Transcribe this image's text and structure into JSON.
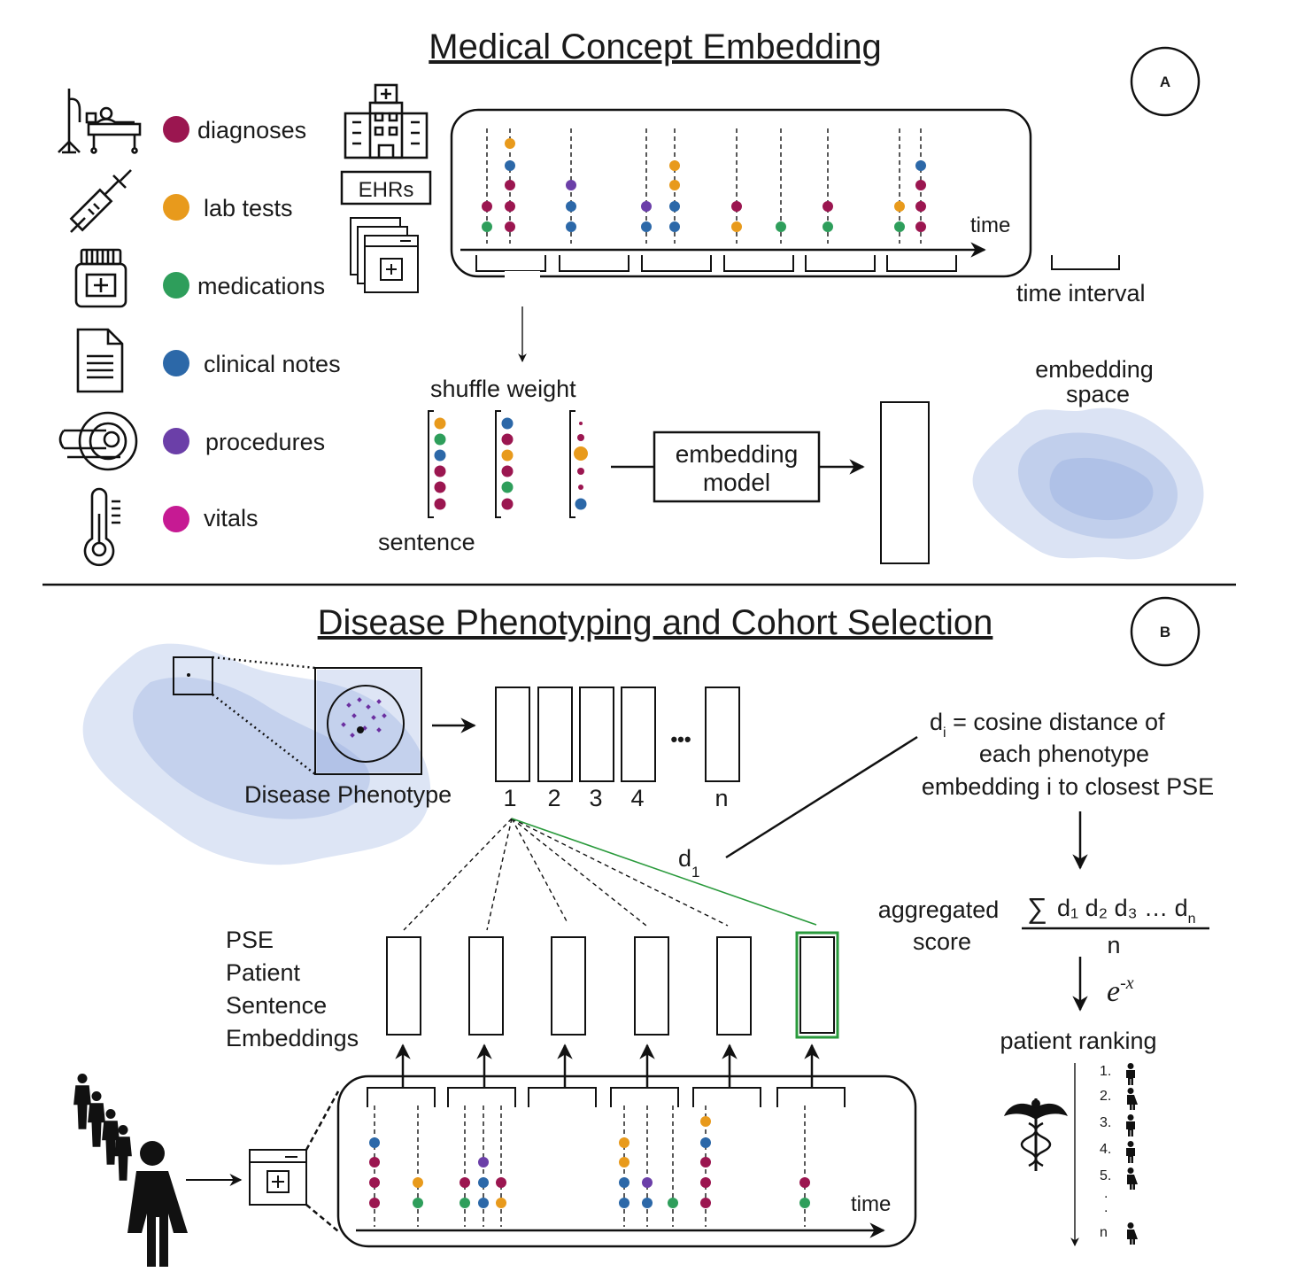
{
  "colors": {
    "diagnoses": "#9b1650",
    "lab_tests": "#e89a1c",
    "medications": "#2e9e5b",
    "clinical_notes": "#2c68a8",
    "procedures": "#6b3fa8",
    "vitals": "#c61a93",
    "highlight": "#2a9a3c",
    "cloud": "#7c99d8"
  },
  "section_a": {
    "title": "Medical Concept Embedding",
    "badge": "A",
    "legend": [
      {
        "label": "diagnoses",
        "color": "#9b1650",
        "icon": "hospital-bed-icon"
      },
      {
        "label": "lab tests",
        "color": "#e89a1c",
        "icon": "syringe-icon"
      },
      {
        "label": "medications",
        "color": "#2e9e5b",
        "icon": "medicine-jar-icon"
      },
      {
        "label": "clinical notes",
        "color": "#2c68a8",
        "icon": "document-icon"
      },
      {
        "label": "procedures",
        "color": "#6b3fa8",
        "icon": "mri-scanner-icon"
      },
      {
        "label": "vitals",
        "color": "#c61a93",
        "icon": "thermometer-icon"
      }
    ],
    "ehrs_label": "EHRs",
    "time_label": "time",
    "time_interval_label": "time interval",
    "shuffle_label": "shuffle weight",
    "sentence_label": "sentence",
    "model_line1": "embedding",
    "model_line2": "model",
    "space_line1": "embedding",
    "space_line2": "space"
  },
  "section_b": {
    "title": "Disease Phenotyping and Cohort Selection",
    "badge": "B",
    "phenotype_label": "Disease Phenotype",
    "vector_labels": [
      "1",
      "2",
      "3",
      "4",
      "n"
    ],
    "ellipsis": "•••",
    "cos_line1_d": "d",
    "cos_line1_sub": "i",
    "cos_line1_rest": " = cosine distance of",
    "cos_line2": "each phenotype",
    "cos_line3": "embedding i to closest PSE",
    "d1_main": "d",
    "d1_sub": "1",
    "pse_lines": [
      "PSE",
      "Patient",
      "Sentence",
      "Embeddings"
    ],
    "aggregated_line1": "aggregated",
    "aggregated_line2": "score",
    "formula_sigma": "∑",
    "formula_terms": "d₁ d₂ d₃ …  d",
    "formula_sub": "n",
    "formula_den": "n",
    "exp_base": "e",
    "exp_power": "-x",
    "ranking_label": "patient ranking",
    "ranking": [
      "1.",
      "2.",
      "3.",
      "4.",
      "5.",
      ".",
      ".",
      "n"
    ],
    "time_label": "time"
  }
}
